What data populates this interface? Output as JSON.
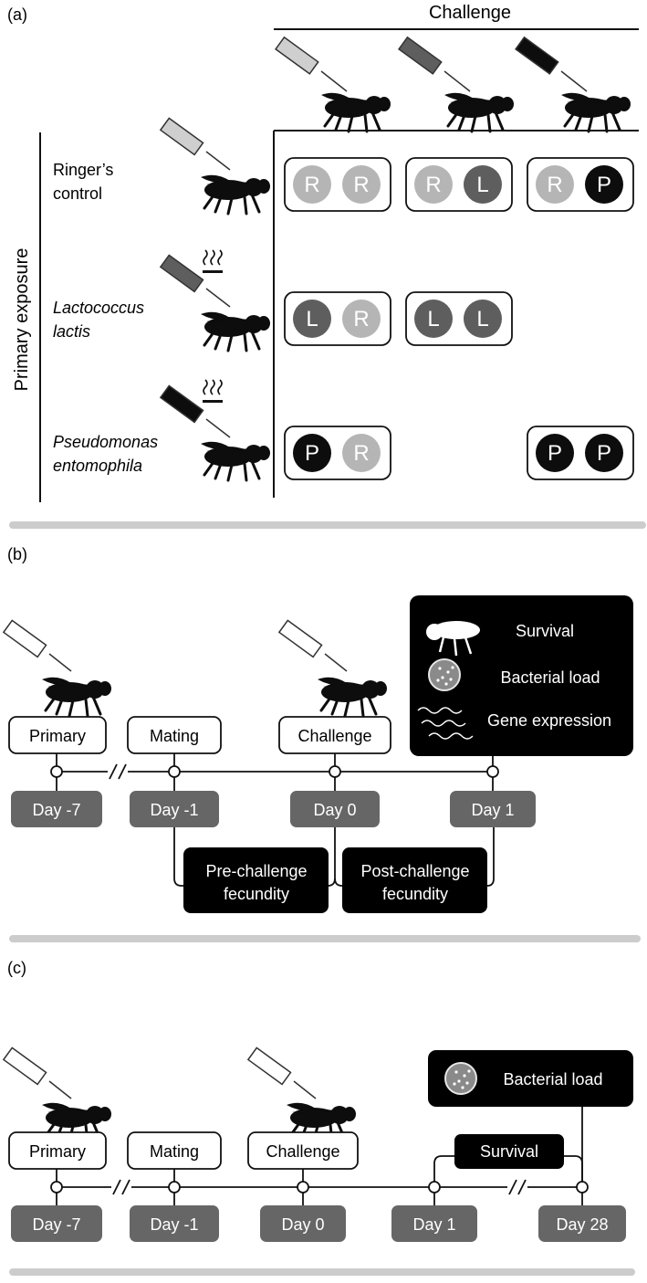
{
  "panel_a": {
    "label": "(a)",
    "challenge_header": "Challenge",
    "y_axis_label": "Primary exposure",
    "rows": [
      {
        "line1": "Ringer’s",
        "line2": "control"
      },
      {
        "line1": "Lactococcus",
        "line2": "lactis"
      },
      {
        "line1": "Pseudomonas",
        "line2": "entomophila"
      }
    ],
    "treatments": [
      [
        "R",
        "R"
      ],
      [
        "R",
        "L"
      ],
      [
        "R",
        "P"
      ],
      [
        "L",
        "R"
      ],
      [
        "L",
        "L"
      ],
      [
        "P",
        "R"
      ],
      [
        "P",
        "P"
      ]
    ]
  },
  "panel_b": {
    "label": "(b)",
    "events": [
      "Primary",
      "Mating",
      "Challenge"
    ],
    "days": [
      "Day -7",
      "Day -1",
      "Day 0",
      "Day 1"
    ],
    "fecundity": [
      {
        "line1": "Pre-challenge",
        "line2": "fecundity"
      },
      {
        "line1": "Post-challenge",
        "line2": "fecundity"
      }
    ],
    "measures": [
      "Survival",
      "Bacterial load",
      "Gene expression"
    ]
  },
  "panel_c": {
    "label": "(c)",
    "events": [
      "Primary",
      "Mating",
      "Challenge"
    ],
    "days": [
      "Day -7",
      "Day -1",
      "Day 0",
      "Day 1",
      "Day 28"
    ],
    "survival": "Survival",
    "bacterial_load": "Bacterial load"
  },
  "colors": {
    "ringer": "#b5b5b5",
    "lactis": "#5e5e5e",
    "pseudomonas": "#0d0d0d",
    "day_box": "#666666",
    "divider": "#cccccc"
  }
}
